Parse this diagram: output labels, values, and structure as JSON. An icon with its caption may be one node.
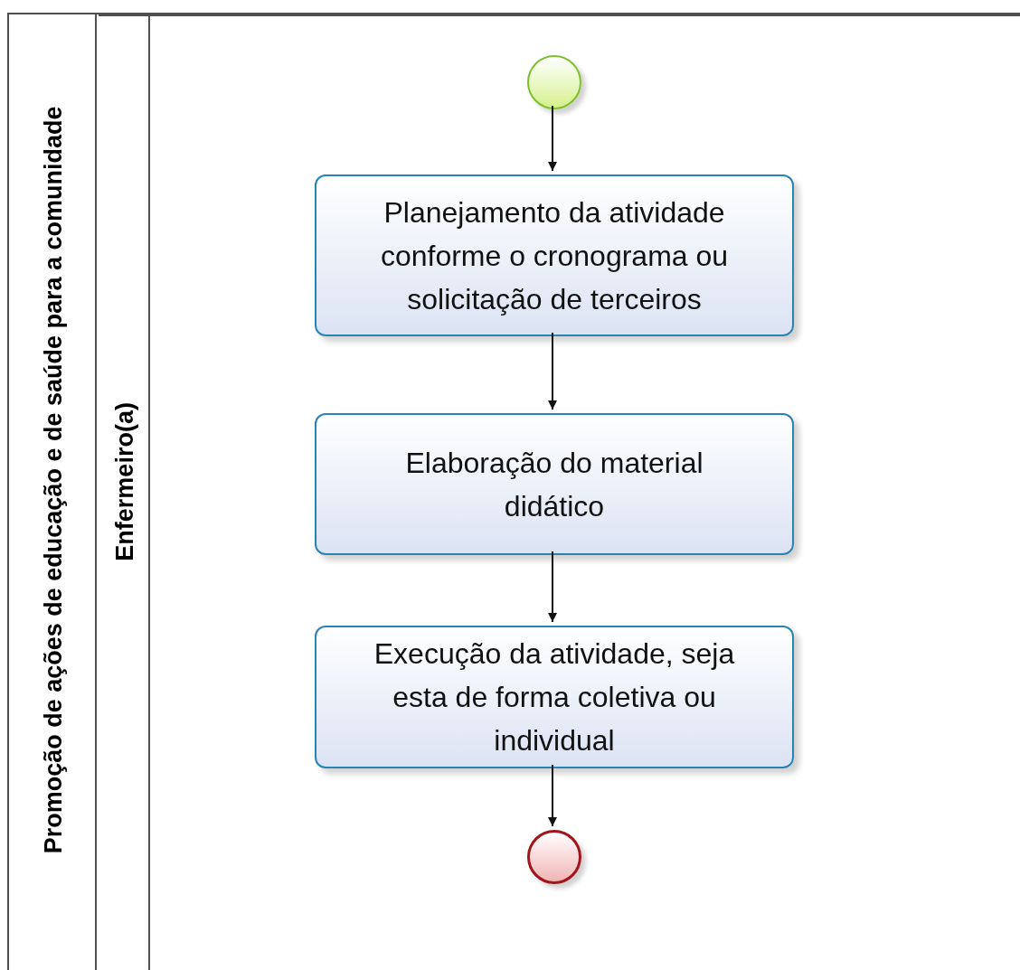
{
  "diagram": {
    "nodes": [
      {
        "text": [
          "Promoção de ações de educação e de saúde para a comunidade"
        ]
      },
      {
        "text": [
          "Enfermeiro(a)"
        ],
        "in": 0
      },
      {
        "text": [],
        "shape": "circle",
        "in": 1
      },
      {
        "text": [
          "Planejamento da atividade conforme o cronograma ou solicitação de terceiros"
        ],
        "in": 1
      },
      {
        "text": [
          "Elaboração do material didático"
        ],
        "in": 1
      },
      {
        "text": [
          "Execução da atividade, seja esta de forma coletiva ou individual"
        ],
        "in": 1
      },
      {
        "text": [],
        "shape": "circle",
        "in": 1
      }
    ],
    "edges": [
      {
        "from": 2,
        "to": 3,
        "arrow": "to"
      },
      {
        "from": 3,
        "to": 4,
        "arrow": "to"
      },
      {
        "from": 4,
        "to": 5,
        "arrow": "to"
      },
      {
        "from": 5,
        "to": 6,
        "arrow": "to"
      }
    ]
  }
}
